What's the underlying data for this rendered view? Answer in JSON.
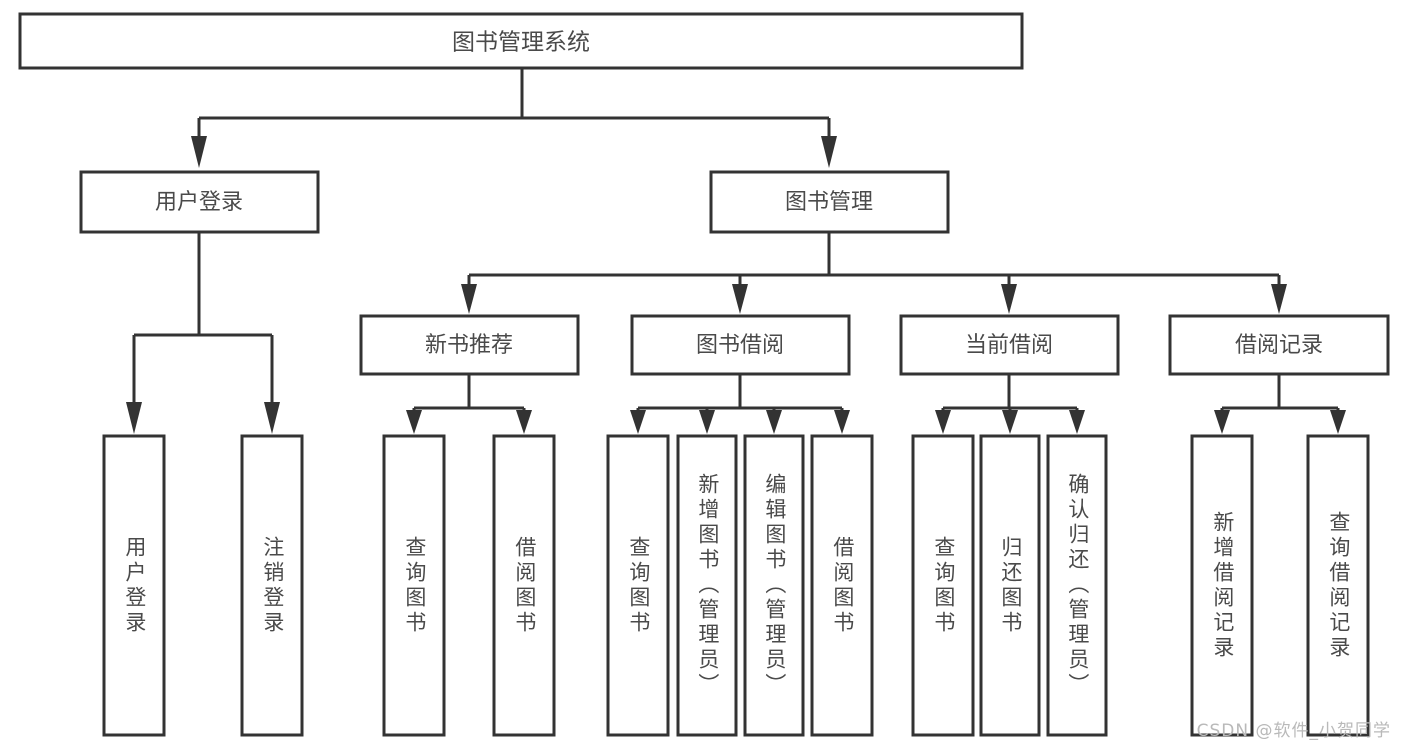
{
  "diagram": {
    "type": "tree-hierarchy-chart",
    "title_node": {
      "id": "root",
      "label": "图书管理系统"
    },
    "level1": [
      {
        "id": "user-login",
        "label": "用户登录"
      },
      {
        "id": "book-manage",
        "label": "图书管理"
      }
    ],
    "level2": [
      {
        "id": "new-book-recommend",
        "label": "新书推荐",
        "parent": "book-manage"
      },
      {
        "id": "book-borrow",
        "label": "图书借阅",
        "parent": "book-manage"
      },
      {
        "id": "current-borrow",
        "label": "当前借阅",
        "parent": "book-manage"
      },
      {
        "id": "borrow-record",
        "label": "借阅记录",
        "parent": "book-manage"
      }
    ],
    "leaves": [
      {
        "id": "leaf-user-login",
        "label": "用户登录",
        "parent": "user-login"
      },
      {
        "id": "leaf-logout-login",
        "label": "注销登录",
        "parent": "user-login"
      },
      {
        "id": "leaf-query-book-1",
        "label": "查询图书",
        "parent": "new-book-recommend"
      },
      {
        "id": "leaf-borrow-book-1",
        "label": "借阅图书",
        "parent": "new-book-recommend"
      },
      {
        "id": "leaf-query-book-2",
        "label": "查询图书",
        "parent": "book-borrow"
      },
      {
        "id": "leaf-add-book",
        "label": "新增图书（管理员）",
        "parent": "book-borrow"
      },
      {
        "id": "leaf-edit-book",
        "label": "编辑图书（管理员）",
        "parent": "book-borrow"
      },
      {
        "id": "leaf-borrow-book-2",
        "label": "借阅图书",
        "parent": "book-borrow"
      },
      {
        "id": "leaf-query-book-3",
        "label": "查询图书",
        "parent": "current-borrow"
      },
      {
        "id": "leaf-return-book",
        "label": "归还图书",
        "parent": "current-borrow"
      },
      {
        "id": "leaf-confirm-return",
        "label": "确认归还（管理员）",
        "parent": "current-borrow"
      },
      {
        "id": "leaf-add-record",
        "label": "新增借阅记录",
        "parent": "borrow-record"
      },
      {
        "id": "leaf-query-record",
        "label": "查询借阅记录",
        "parent": "borrow-record"
      }
    ],
    "watermark": "CSDN @软件_小贺同学",
    "colors": {
      "box_stroke": "#333333",
      "box_fill": "#ffffff",
      "text": "#4a4a4a",
      "background": "#ffffff",
      "watermark": "#b9b9b9"
    }
  }
}
